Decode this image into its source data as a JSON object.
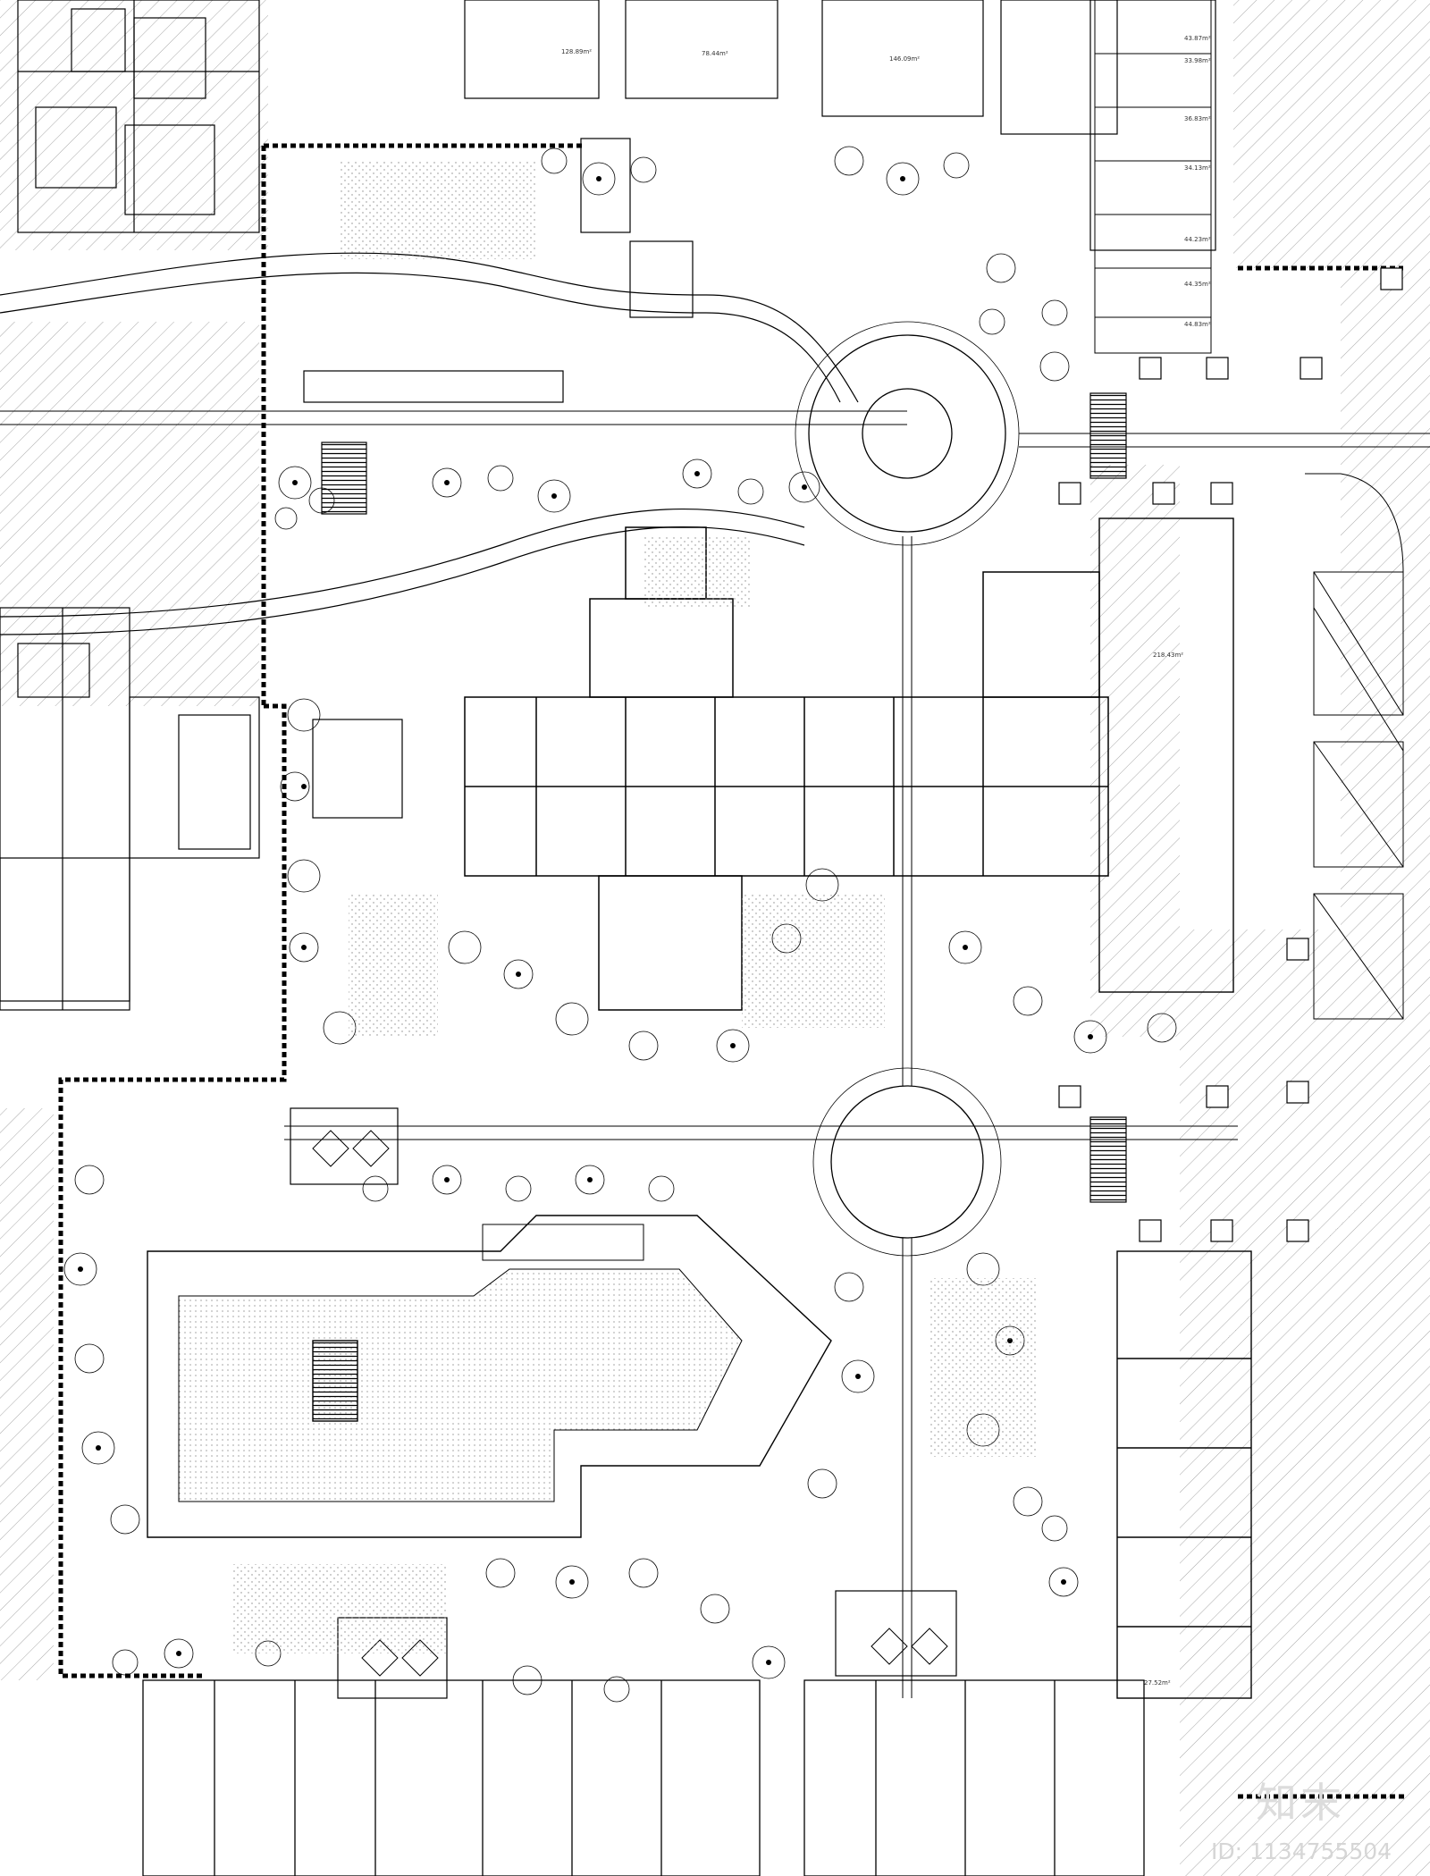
{
  "drawing": {
    "kind": "landscape site plan",
    "line_color": "#000000",
    "background_color": "#ffffff",
    "hatch_color": "#9a9a9a",
    "boundary_style": "heavy dashed"
  },
  "room_labels": [
    "128.89m²",
    "78.44m²",
    "146.09m²",
    "218.43m²"
  ],
  "unit_labels": [
    "43.87m²",
    "33.98m²",
    "36.83m²",
    "34.13m²",
    "44.23m²",
    "44.35m²",
    "44.83m²",
    "27.52m²"
  ],
  "watermark": {
    "text": "知末",
    "id": "ID: 1134755504"
  }
}
